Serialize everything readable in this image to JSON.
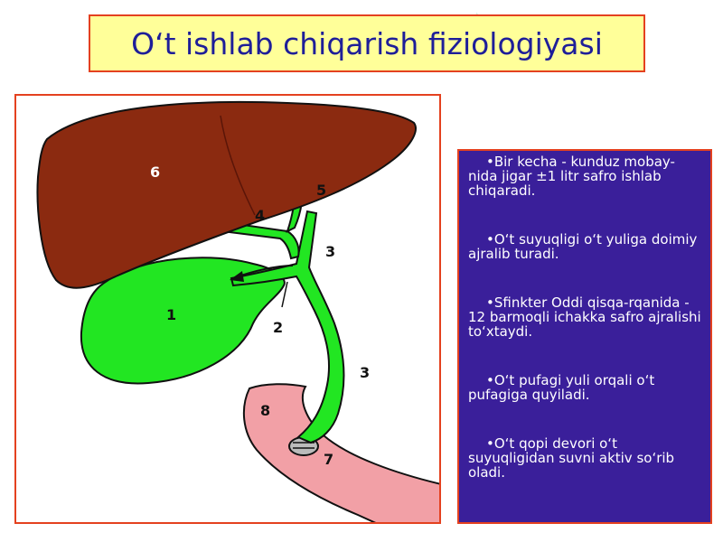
{
  "title": "O‘t  ishlab chiqarish fiziologiyasi",
  "diagram": {
    "labels": {
      "liver": "6",
      "gallbladder": "1",
      "cystic_duct": "2",
      "common_duct_upper": "3",
      "common_duct_lower": "3",
      "hepatic_duct": "4",
      "right_duct": "5",
      "sphincter": "7",
      "duodenum": "8"
    }
  },
  "bullets": [
    "•Bir kecha - kunduz mobay-nida jigar  ±1 litr safro ishlab chiqaradi.",
    "•O‘t suyuqligi o‘t yuliga doimiy ajralib turadi.",
    "•Sfinkter Oddi qisqa-rqanida - 12 barmoqli ichakka safro ajralishi to‘xtaydi.",
    "•O‘t pufagi yuli orqali o‘t pufagiga quyiladi.",
    "•O‘t qopi devori o‘t suyuqligidan suvni aktiv so‘rib oladi."
  ],
  "colors": {
    "liver": "#8b2a10",
    "bile_green": "#22e622",
    "duodenum": "#f2a0a6",
    "panel": "#3a1f9a",
    "title_bg": "#ffff99",
    "frame": "#e4411f",
    "title_text": "#1e1e99"
  }
}
